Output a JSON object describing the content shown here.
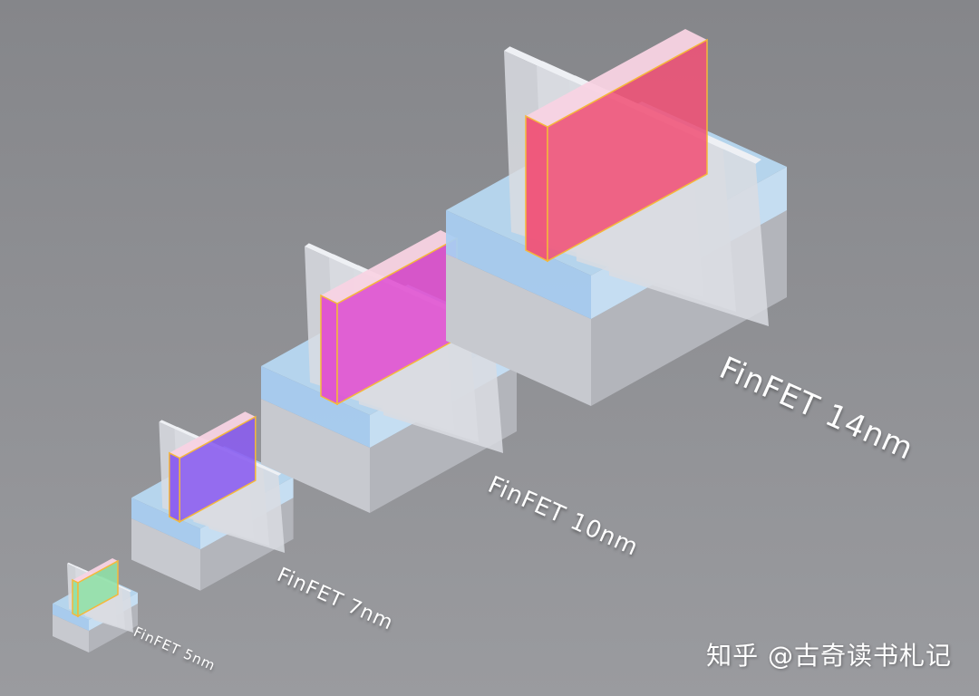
{
  "labels": {
    "finfet_5nm": "FinFET 5nm",
    "finfet_7nm": "FinFET 7nm",
    "finfet_10nm": "FinFET 10nm",
    "finfet_14nm": "FinFET 14nm"
  },
  "watermark": "知乎 @古奇读书札记",
  "colors": {
    "background": "#8f9094",
    "gate_5nm": "#8fe0a6",
    "gate_7nm": "#8a5cf0",
    "gate_10nm": "#e04fd0",
    "gate_14nm": "#f05277",
    "glass": "#b9dcf6",
    "substrate": "#c7c9cf",
    "gate_outline": "#f5b83a"
  }
}
